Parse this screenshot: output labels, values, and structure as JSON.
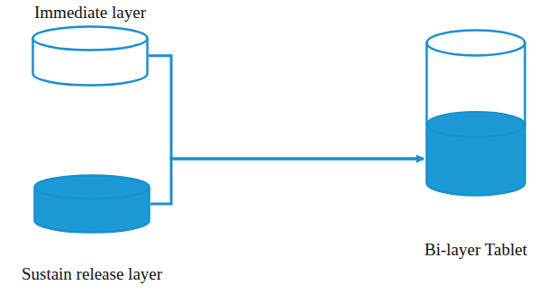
{
  "diagram": {
    "nodes": [
      {
        "text": [
          "Immediate layer"
        ]
      },
      {
        "text": [
          "Sustain release layer"
        ]
      },
      {
        "text": [
          "Bi-layer Tablet"
        ]
      }
    ],
    "edges": [
      {
        "from": 0,
        "to": 2,
        "arrow": "to"
      },
      {
        "from": 1,
        "to": 2,
        "arrow": "to"
      }
    ]
  }
}
